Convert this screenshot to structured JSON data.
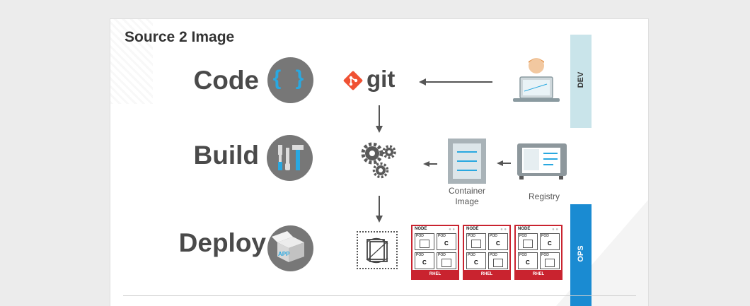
{
  "slide": {
    "title": "Source 2 Image",
    "stages": [
      {
        "label": "Code",
        "icon": "code-braces-icon"
      },
      {
        "label": "Build",
        "icon": "tools-icon"
      },
      {
        "label": "Deploy",
        "icon": "app-box-icon"
      }
    ],
    "git_label": "git",
    "code_icon_text": "{ }",
    "app_icon_text": "APP",
    "container_image_caption": "Container\nImage",
    "registry_caption": "Registry",
    "dev_band_label": "DEV",
    "ops_band_label": "OPS",
    "nodes": [
      {
        "header": "NODE",
        "footer": "RHEL",
        "pods": [
          "POD",
          "POD",
          "POD",
          "POD"
        ],
        "containers": [
          "C",
          "C"
        ]
      },
      {
        "header": "NODE",
        "footer": "RHEL",
        "pods": [
          "POD",
          "POD",
          "POD",
          "POD"
        ],
        "containers": [
          "C",
          "C"
        ]
      },
      {
        "header": "NODE",
        "footer": "RHEL",
        "pods": [
          "POD",
          "POD",
          "POD",
          "POD"
        ],
        "containers": [
          "C",
          "C"
        ]
      }
    ],
    "colors": {
      "git": "#f05133",
      "dev_band": "#c9e4ea",
      "ops_band": "#1a8bd2",
      "node_border": "#c9232f",
      "icon_circle": "#777777",
      "code_braces": "#29a8e0"
    }
  }
}
